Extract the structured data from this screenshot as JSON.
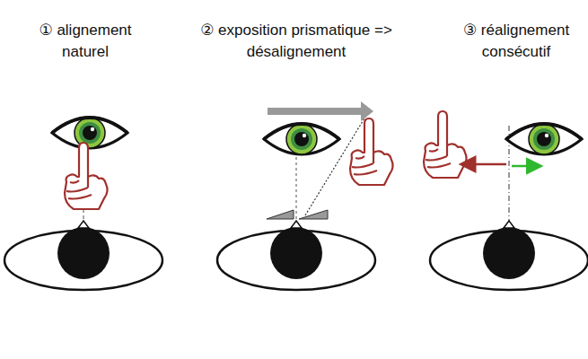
{
  "diagram": {
    "labels": [
      "① alignement naturel",
      "② exposition prismatique => désalignement",
      "③ réalignement consécutif"
    ]
  }
}
